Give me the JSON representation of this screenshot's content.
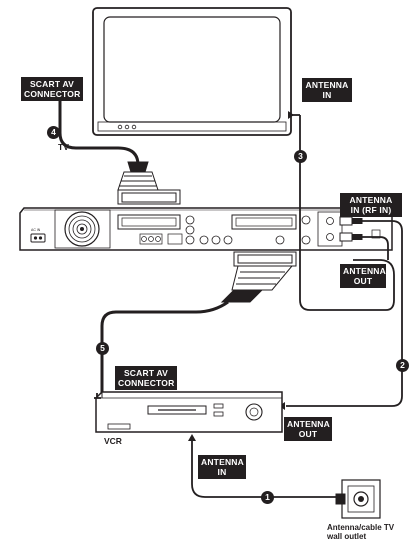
{
  "labels": {
    "scart_top": [
      "SCART AV",
      "CONNECTOR"
    ],
    "antenna_in_tv": [
      "ANTENNA",
      "IN"
    ],
    "antenna_in_rf": [
      "ANTENNA",
      "IN (RF IN)"
    ],
    "antenna_out_recorder": [
      "ANTENNA",
      "OUT"
    ],
    "scart_bottom": [
      "SCART AV",
      "CONNECTOR"
    ],
    "antenna_out_vcr": [
      "ANTENNA",
      "OUT"
    ],
    "antenna_in_vcr": [
      "ANTENNA",
      "IN"
    ]
  },
  "devices": {
    "tv": "TV",
    "vcr": "VCR",
    "wall_outlet": [
      "Antenna/cable TV",
      "wall outlet"
    ]
  },
  "steps": [
    "1",
    "2",
    "3",
    "4",
    "5"
  ],
  "panel": {
    "ac_in": "AC IN"
  }
}
